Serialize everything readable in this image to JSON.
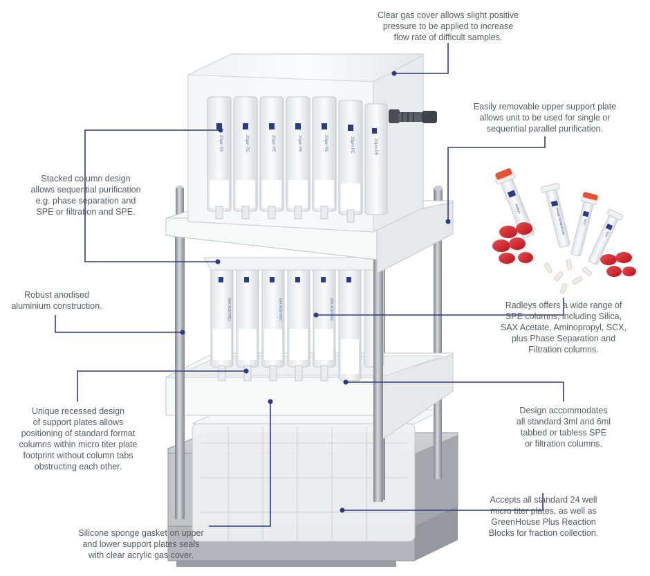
{
  "callouts": {
    "gas_cover": "Clear gas cover allows slight positive\npressure to be applied to increase\nflow rate of difficult samples.",
    "upper_plate": "Easily removable upper support plate\nallows unit to be used for single or\nsequential parallel purification.",
    "stacked_column": "Stacked column design\nallows sequential purification\ne.g. phase separation and\nSPE or filtration and SPE.",
    "anodised": "Robust anodised\naluminium construction.",
    "spe_columns": "Radleys offers a wide range of\nSPE columns, including Silica,\nSAX Acetate, Aminopropyl, SCX,\nplus Phase Separation and\nFiltration columns.",
    "recessed_design": "Unique recessed design\nof support plates allows\npositioning of standard format\ncolumns within micro titer plate\nfootprint without column tabs\nobstructing each other.",
    "accommodates": "Design accommodates\nall standard 3ml and 6ml\ntabbed or tabless SPE\nor filtration columns.",
    "titer_plates": "Accepts all standard 24 well\nmicro titer plates, as well as\nGreenHouse Plus Reaction\nBlocks for fraction collection.",
    "gasket": "Silicone sponge gasket on upper\nand lower support plates seals\nwith clear acrylic gas cover."
  },
  "column_labels": {
    "upper": "20µm PE",
    "lower": "SAX ACETATE",
    "loose_1": "Radleys",
    "loose_2": "PHASE SEPARATION",
    "loose_3": "SCX",
    "loose_4": "SCX"
  },
  "colors": {
    "leader_line": "#2b3a8a",
    "text": "#555a60",
    "cap_red": "#d9232a",
    "rod": "#9aa0a6",
    "plate": "#f4f4f4",
    "base_steel": "#b9bcbf"
  }
}
